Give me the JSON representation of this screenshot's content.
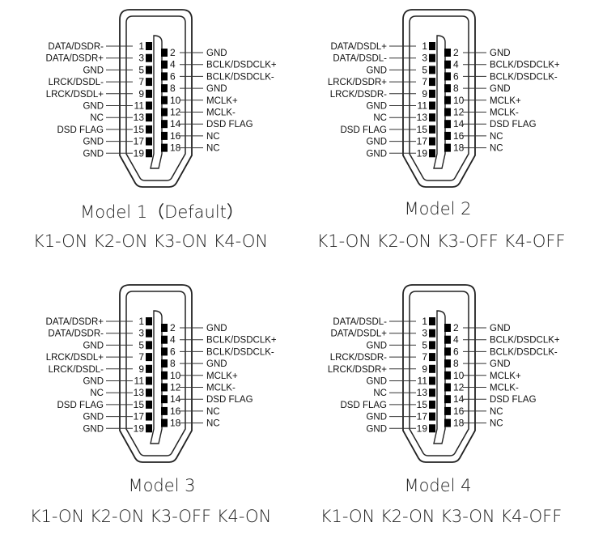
{
  "right_pins": [
    "GND",
    "BCLK/DSDCLK+",
    "BCLK/DSDCLK-",
    "GND",
    "MCLK+",
    "MCLK-",
    "DSD FLAG",
    "NC",
    "NC"
  ],
  "models": [
    {
      "title": "Model 1（Default）",
      "switches": "K1-ON K2-ON K3-ON K4-ON",
      "left_pins": [
        "DATA/DSDR-",
        "DATA/DSDR+",
        "GND",
        "LRCK/DSDL-",
        "LRCK/DSDL+",
        "GND",
        "NC",
        "DSD FLAG",
        "GND",
        "GND"
      ]
    },
    {
      "title": "Model 2",
      "switches": "K1-ON K2-ON K3-OFF K4-OFF",
      "left_pins": [
        "DATA/DSDL+",
        "DATA/DSDL-",
        "GND",
        "LRCK/DSDR+",
        "LRCK/DSDR-",
        "GND",
        "NC",
        "DSD FLAG",
        "GND",
        "GND"
      ]
    },
    {
      "title": "Model 3",
      "switches": "K1-ON K2-ON K3-OFF K4-ON",
      "left_pins": [
        "DATA/DSDR+",
        "DATA/DSDR-",
        "GND",
        "LRCK/DSDL+",
        "LRCK/DSDL-",
        "GND",
        "NC",
        "DSD FLAG",
        "GND",
        "GND"
      ]
    },
    {
      "title": "Model 4",
      "switches": "K1-ON K2-ON K3-ON K4-OFF",
      "left_pins": [
        "DATA/DSDL-",
        "DATA/DSDL+",
        "GND",
        "LRCK/DSDR-",
        "LRCK/DSDR+",
        "GND",
        "NC",
        "DSD FLAG",
        "GND",
        "GND"
      ]
    }
  ]
}
